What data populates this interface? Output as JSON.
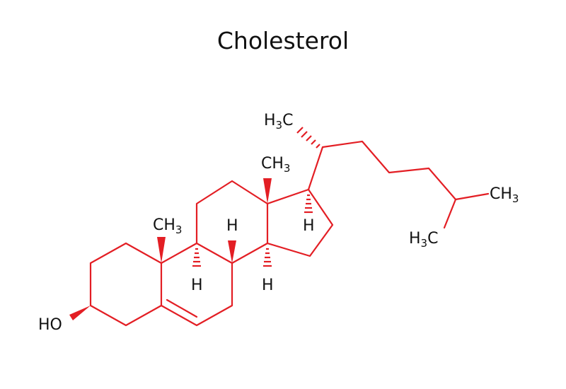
{
  "title": "Cholesterol",
  "colors": {
    "bond": "#e31e24",
    "text": "#111111",
    "background": "#ffffff"
  },
  "labels": {
    "hydroxyl": "HO",
    "methyl_c10": {
      "main": "CH",
      "sub": "3"
    },
    "methyl_c13": {
      "main": "CH",
      "sub": "3"
    },
    "methyl_c21": {
      "pre": "H",
      "sub": "3",
      "post": "C"
    },
    "methyl_c26": {
      "main": "CH",
      "sub": "3"
    },
    "methyl_c27": {
      "pre": "H",
      "sub": "3",
      "post": "C"
    },
    "h_c8": "H",
    "h_c9": "H",
    "h_c14": "H",
    "h_c17": "H"
  }
}
